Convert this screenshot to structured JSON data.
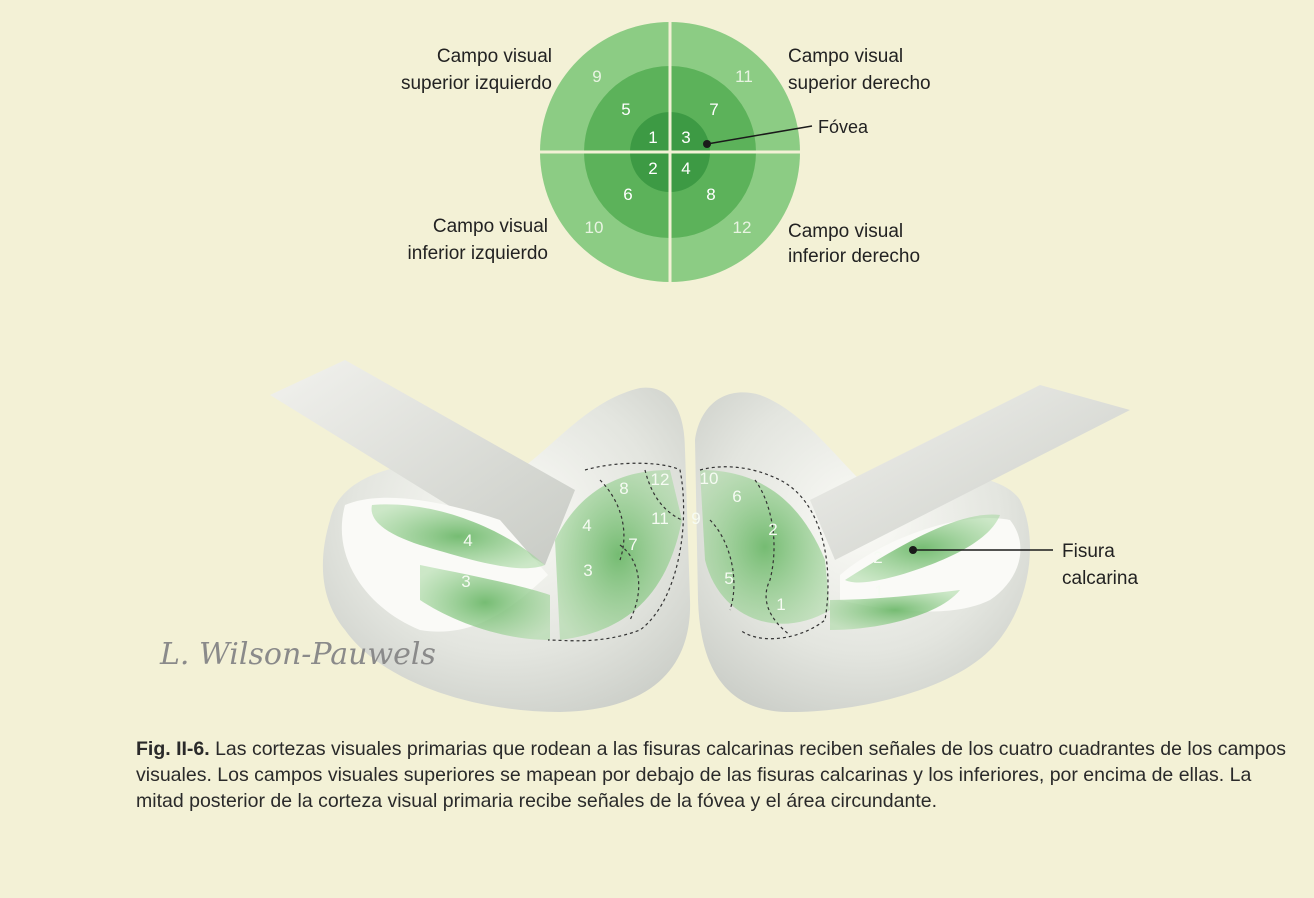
{
  "quadrant_labels": {
    "upper_left": [
      "Campo visual",
      "superior izquierdo"
    ],
    "upper_right": [
      "Campo visual",
      "superior derecho"
    ],
    "lower_left": [
      "Campo visual",
      "inferior izquierdo"
    ],
    "lower_right": [
      "Campo visual",
      "inferior derecho"
    ]
  },
  "fovea_label": "Fóvea",
  "disc_numbers": {
    "inner": [
      "1",
      "3",
      "2",
      "4"
    ],
    "middle": [
      "5",
      "7",
      "6",
      "8"
    ],
    "outer": [
      "9",
      "11",
      "10",
      "12"
    ]
  },
  "brain_numbers": {
    "left_lobe": [
      "4",
      "3",
      "4",
      "8",
      "12",
      "11",
      "7",
      "3"
    ],
    "right_lobe": [
      "10",
      "9",
      "6",
      "2",
      "5",
      "1",
      "2",
      "1"
    ]
  },
  "fissure_label": [
    "Fisura",
    "calcarina"
  ],
  "signature": "L. Wilson-Pauwels",
  "caption": {
    "label": "Fig. II-6.",
    "text": " Las cortezas visuales primarias que rodean a las fisuras calcarinas reciben señales de los cuatro cuadrantes de los campos visuales. Los campos visuales superiores se mapean por debajo de las fisuras calcarinas y los inferiores, por encima de ellas. La mitad posterior de la corteza visual primaria recibe señales de la fóvea y el área circundante."
  },
  "colors": {
    "background": "#f3f1d6",
    "outer_ring": "#8ccc84",
    "middle_ring": "#5cb25a",
    "inner_ring": "#3d9a44",
    "cortex_green": "#7cc07a"
  }
}
